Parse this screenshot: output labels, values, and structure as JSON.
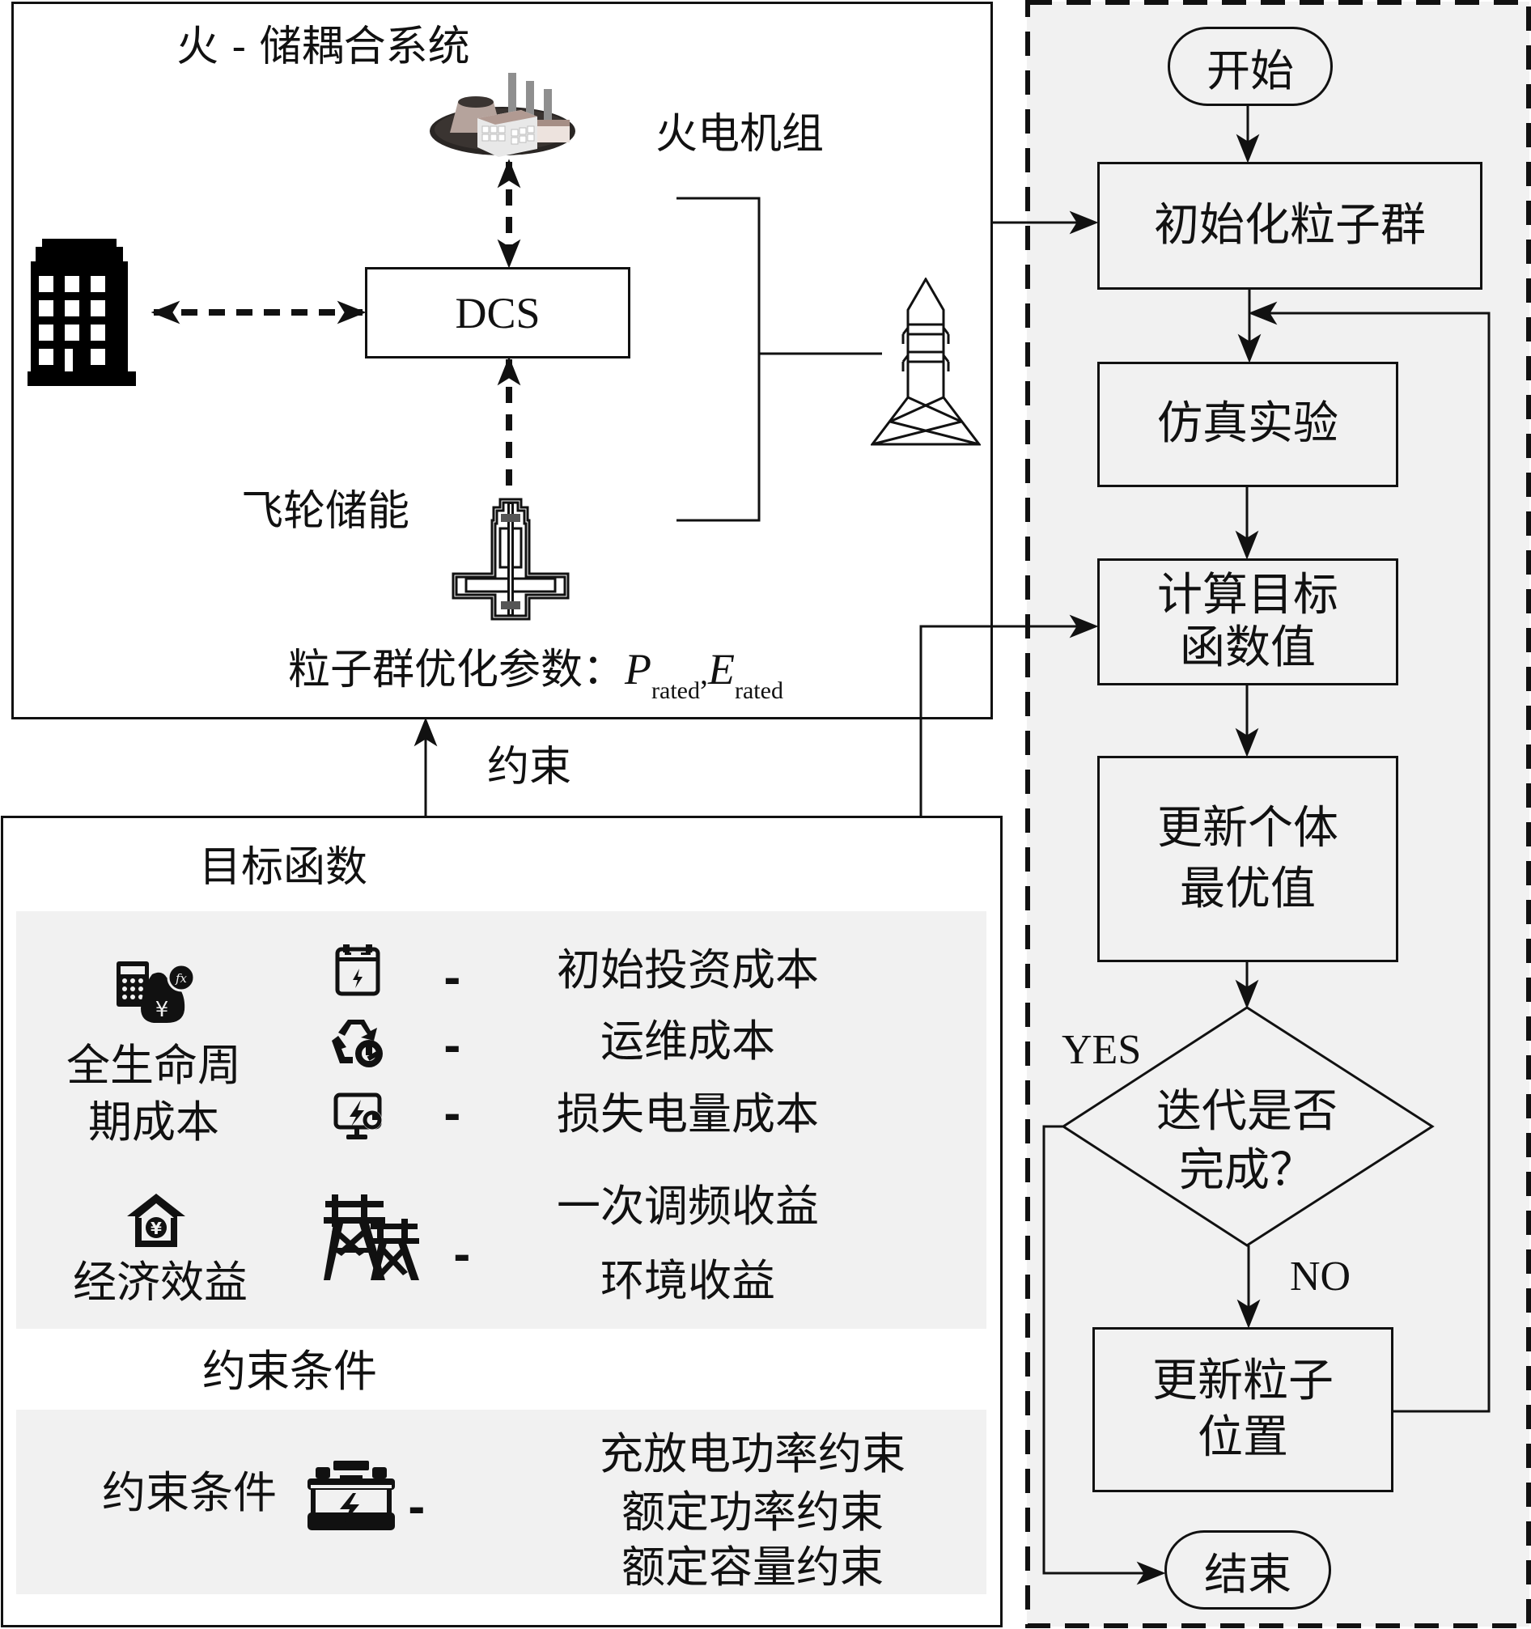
{
  "system_panel": {
    "title": "火 - 储耦合系统",
    "thermal_unit_label": "火电机组",
    "dcs_label": "DCS",
    "flywheel_label": "飞轮储能",
    "pso_params_label": "粒子群优化参数：",
    "param_p": "P",
    "param_p_sub": "rated",
    "param_sep": ",",
    "param_e": "E",
    "param_e_sub": "rated",
    "icons": [
      "power-plant-icon",
      "office-building-icon",
      "transmission-tower-icon",
      "flywheel-icon"
    ]
  },
  "constraint_arrow_label": "约束",
  "objective_panel": {
    "objective_title": "目标函数",
    "lifecycle_cost": {
      "label_line1": "全生命周",
      "label_line2": "期成本",
      "items": [
        {
          "icon": "battery-calendar-icon",
          "dash": "-",
          "label": "初始投资成本"
        },
        {
          "icon": "recycle-wrench-icon",
          "dash": "-",
          "label": "运维成本"
        },
        {
          "icon": "monitor-power-loss-icon",
          "dash": "-",
          "label": "损失电量成本"
        }
      ]
    },
    "economic_benefit": {
      "label": "经济效益",
      "dash": "-",
      "items": [
        "一次调频收益",
        "环境收益"
      ]
    },
    "constraints_title": "约束条件",
    "constraints": {
      "label": "约束条件",
      "dash": "-",
      "items": [
        "充放电功率约束",
        "额定功率约束",
        "额定容量约束"
      ]
    }
  },
  "flowchart": {
    "start": "开始",
    "init": "初始化粒子群",
    "simulate": "仿真实验",
    "compute_line1": "计算目标",
    "compute_line2": "函数值",
    "update_best_line1": "更新个体",
    "update_best_line2": "最优值",
    "decision_line1": "迭代是否",
    "decision_line2": "完成？",
    "yes_label": "YES",
    "no_label": "NO",
    "update_pos_line1": "更新粒子",
    "update_pos_line2": "位置",
    "end": "结束"
  },
  "colors": {
    "panel_gray": "#f1f1f1",
    "line": "#111111"
  }
}
